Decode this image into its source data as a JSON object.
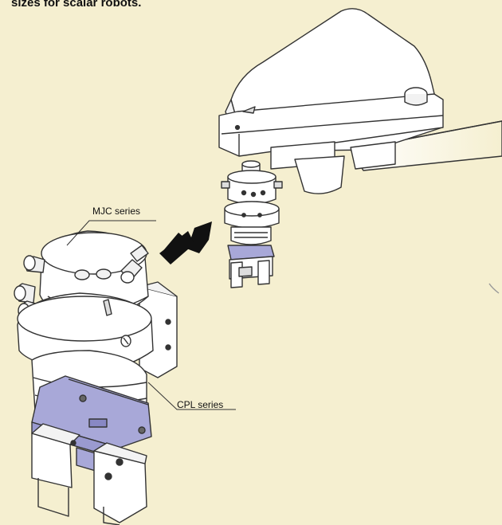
{
  "caption": "sizes for scalar robots.",
  "labels": {
    "mjc": "MJC series",
    "cpl": "CPL series"
  },
  "colors": {
    "background": "#f5efd0",
    "part": "#ffffff",
    "outline": "#333333",
    "highlight": "#a8a8d8",
    "arrow": "#111111"
  }
}
